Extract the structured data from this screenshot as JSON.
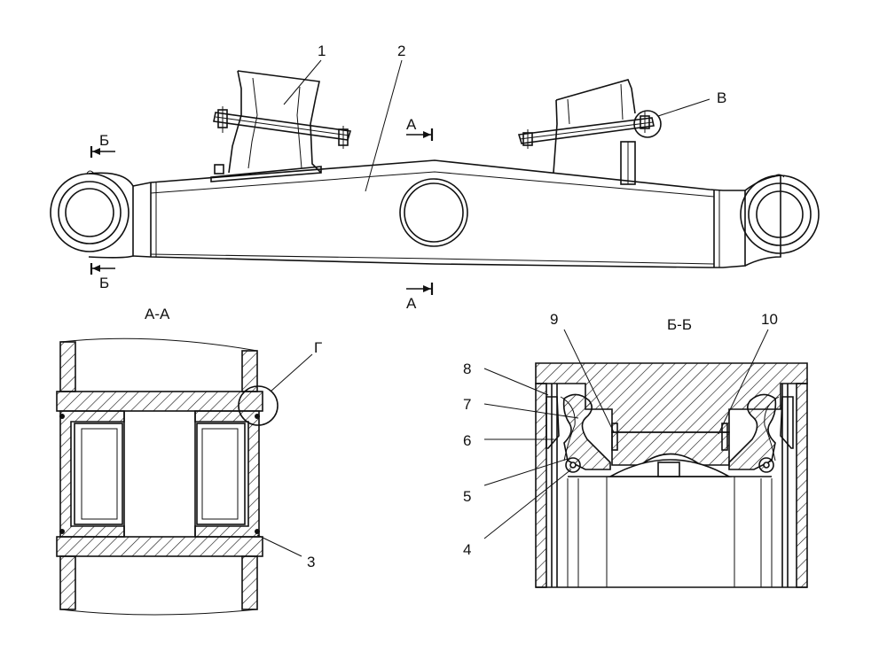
{
  "callouts": {
    "c1": "1",
    "c2": "2",
    "c3": "3",
    "c4": "4",
    "c5": "5",
    "c6": "6",
    "c7": "7",
    "c8": "8",
    "c9": "9",
    "c10": "10",
    "cV": "В",
    "cG": "Г"
  },
  "section_marks": {
    "a_top": "А",
    "a_bottom": "А",
    "b_top": "Б",
    "b_bottom": "Б"
  },
  "section_titles": {
    "aa": "А-А",
    "bb": "Б-Б"
  }
}
